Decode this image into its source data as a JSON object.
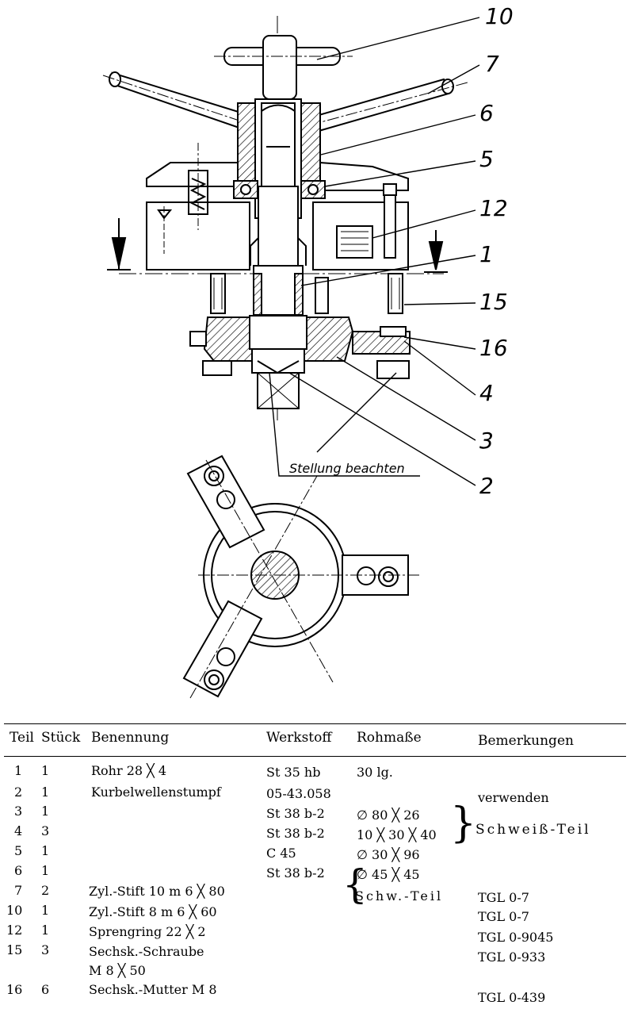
{
  "drawing": {
    "callouts": [
      "10",
      "7",
      "6",
      "5",
      "12",
      "1",
      "15",
      "16",
      "4",
      "3",
      "2"
    ],
    "note": "Stellung beachten"
  },
  "parts_list": {
    "headers": {
      "teil": "Teil",
      "stueck": "Stück",
      "benennung": "Benennung",
      "werkstoff": "Werkstoff",
      "rohmasse": "Rohmaße",
      "bemerkungen": "Bemerkungen"
    },
    "rows": [
      {
        "teil": "1",
        "stueck": "1",
        "benennung": "Rohr 28 ╳ 4",
        "werkstoff": "St 35 hb",
        "rohmasse": "30 lg.",
        "bemerkungen": ""
      },
      {
        "teil": "2",
        "stueck": "1",
        "benennung": "Kurbelwellenstumpf",
        "werkstoff": "05-43.058",
        "rohmasse": "",
        "bemerkungen": "verwenden"
      },
      {
        "teil": "3",
        "stueck": "1",
        "benennung": "",
        "werkstoff": "St 38 b-2",
        "rohmasse": "∅ 80 ╳ 26",
        "bemerkungen": ""
      },
      {
        "teil": "4",
        "stueck": "3",
        "benennung": "",
        "werkstoff": "St 38 b-2",
        "rohmasse": "10 ╳ 30 ╳ 40",
        "bemerkungen": "Schweiß-Teil"
      },
      {
        "teil": "5",
        "stueck": "1",
        "benennung": "",
        "werkstoff": "C 45",
        "rohmasse": "∅ 30 ╳ 96",
        "bemerkungen": ""
      },
      {
        "teil": "6",
        "stueck": "1",
        "benennung": "",
        "werkstoff": "St 38 b-2",
        "rohmasse": "∅ 45 ╳ 45",
        "bemerkungen": ""
      },
      {
        "teil": "7",
        "stueck": "2",
        "benennung": "Zyl.-Stift 10 m 6 ╳ 80",
        "werkstoff": "",
        "rohmasse": "Schw.-Teil",
        "bemerkungen": "TGL 0-7"
      },
      {
        "teil": "10",
        "stueck": "1",
        "benennung": "Zyl.-Stift 8 m 6 ╳ 60",
        "werkstoff": "",
        "rohmasse": "",
        "bemerkungen": "TGL 0-7"
      },
      {
        "teil": "12",
        "stueck": "1",
        "benennung": "Sprengring 22 ╳ 2",
        "werkstoff": "",
        "rohmasse": "",
        "bemerkungen": "TGL 0-9045"
      },
      {
        "teil": "15",
        "stueck": "3",
        "benennung": "Sechsk.-Schraube",
        "werkstoff": "",
        "rohmasse": "",
        "bemerkungen": "TGL 0-933"
      },
      {
        "teil": "",
        "stueck": "",
        "benennung": "M 8 ╳ 50",
        "werkstoff": "",
        "rohmasse": "",
        "bemerkungen": ""
      },
      {
        "teil": "16",
        "stueck": "6",
        "benennung": "Sechsk.-Mutter M 8",
        "werkstoff": "",
        "rohmasse": "",
        "bemerkungen": "TGL 0-439"
      }
    ]
  }
}
